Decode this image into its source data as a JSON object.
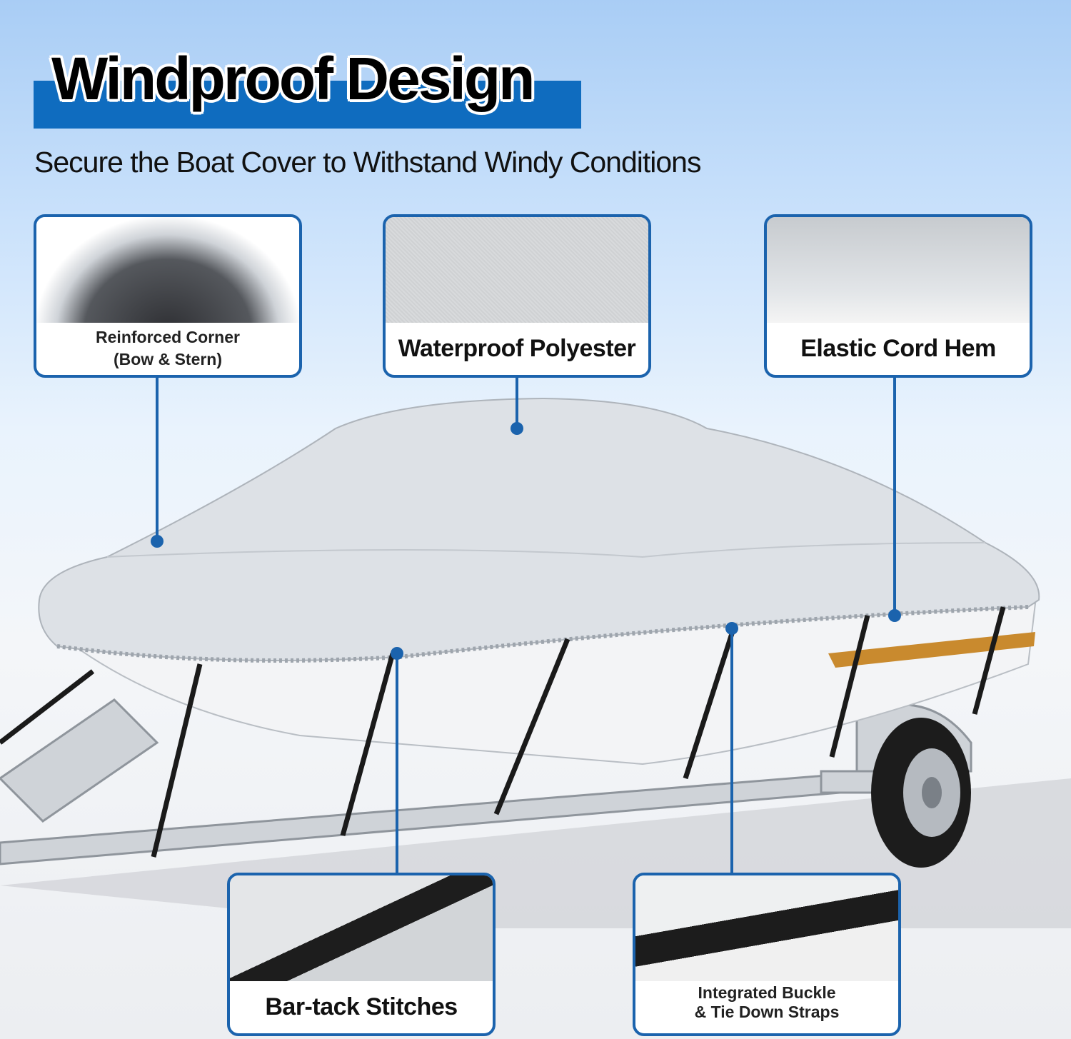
{
  "header": {
    "title": "Windproof Design",
    "subtitle": "Secure the Boat Cover to Withstand Windy Conditions"
  },
  "features": [
    {
      "label_line1": "Reinforced Corner",
      "label_line2": "(Bow & Stern)",
      "icon": "elastic-corner-photo"
    },
    {
      "label_line1": "Waterproof Polyester",
      "icon": "water-droplets-fabric-photo"
    },
    {
      "label_line1": "Elastic Cord Hem",
      "icon": "elastic-hem-photo"
    },
    {
      "label_line1": "Bar-tack Stitches",
      "icon": "strap-stitch-photo"
    },
    {
      "label_line1": "Integrated Buckle",
      "label_line2": "& Tie Down Straps",
      "icon": "buckle-strap-photo"
    }
  ],
  "colors": {
    "accent": "#1b63ad",
    "band": "#0f6cbf",
    "cover": "#d9dde2",
    "stripe": "#c98a2e"
  }
}
